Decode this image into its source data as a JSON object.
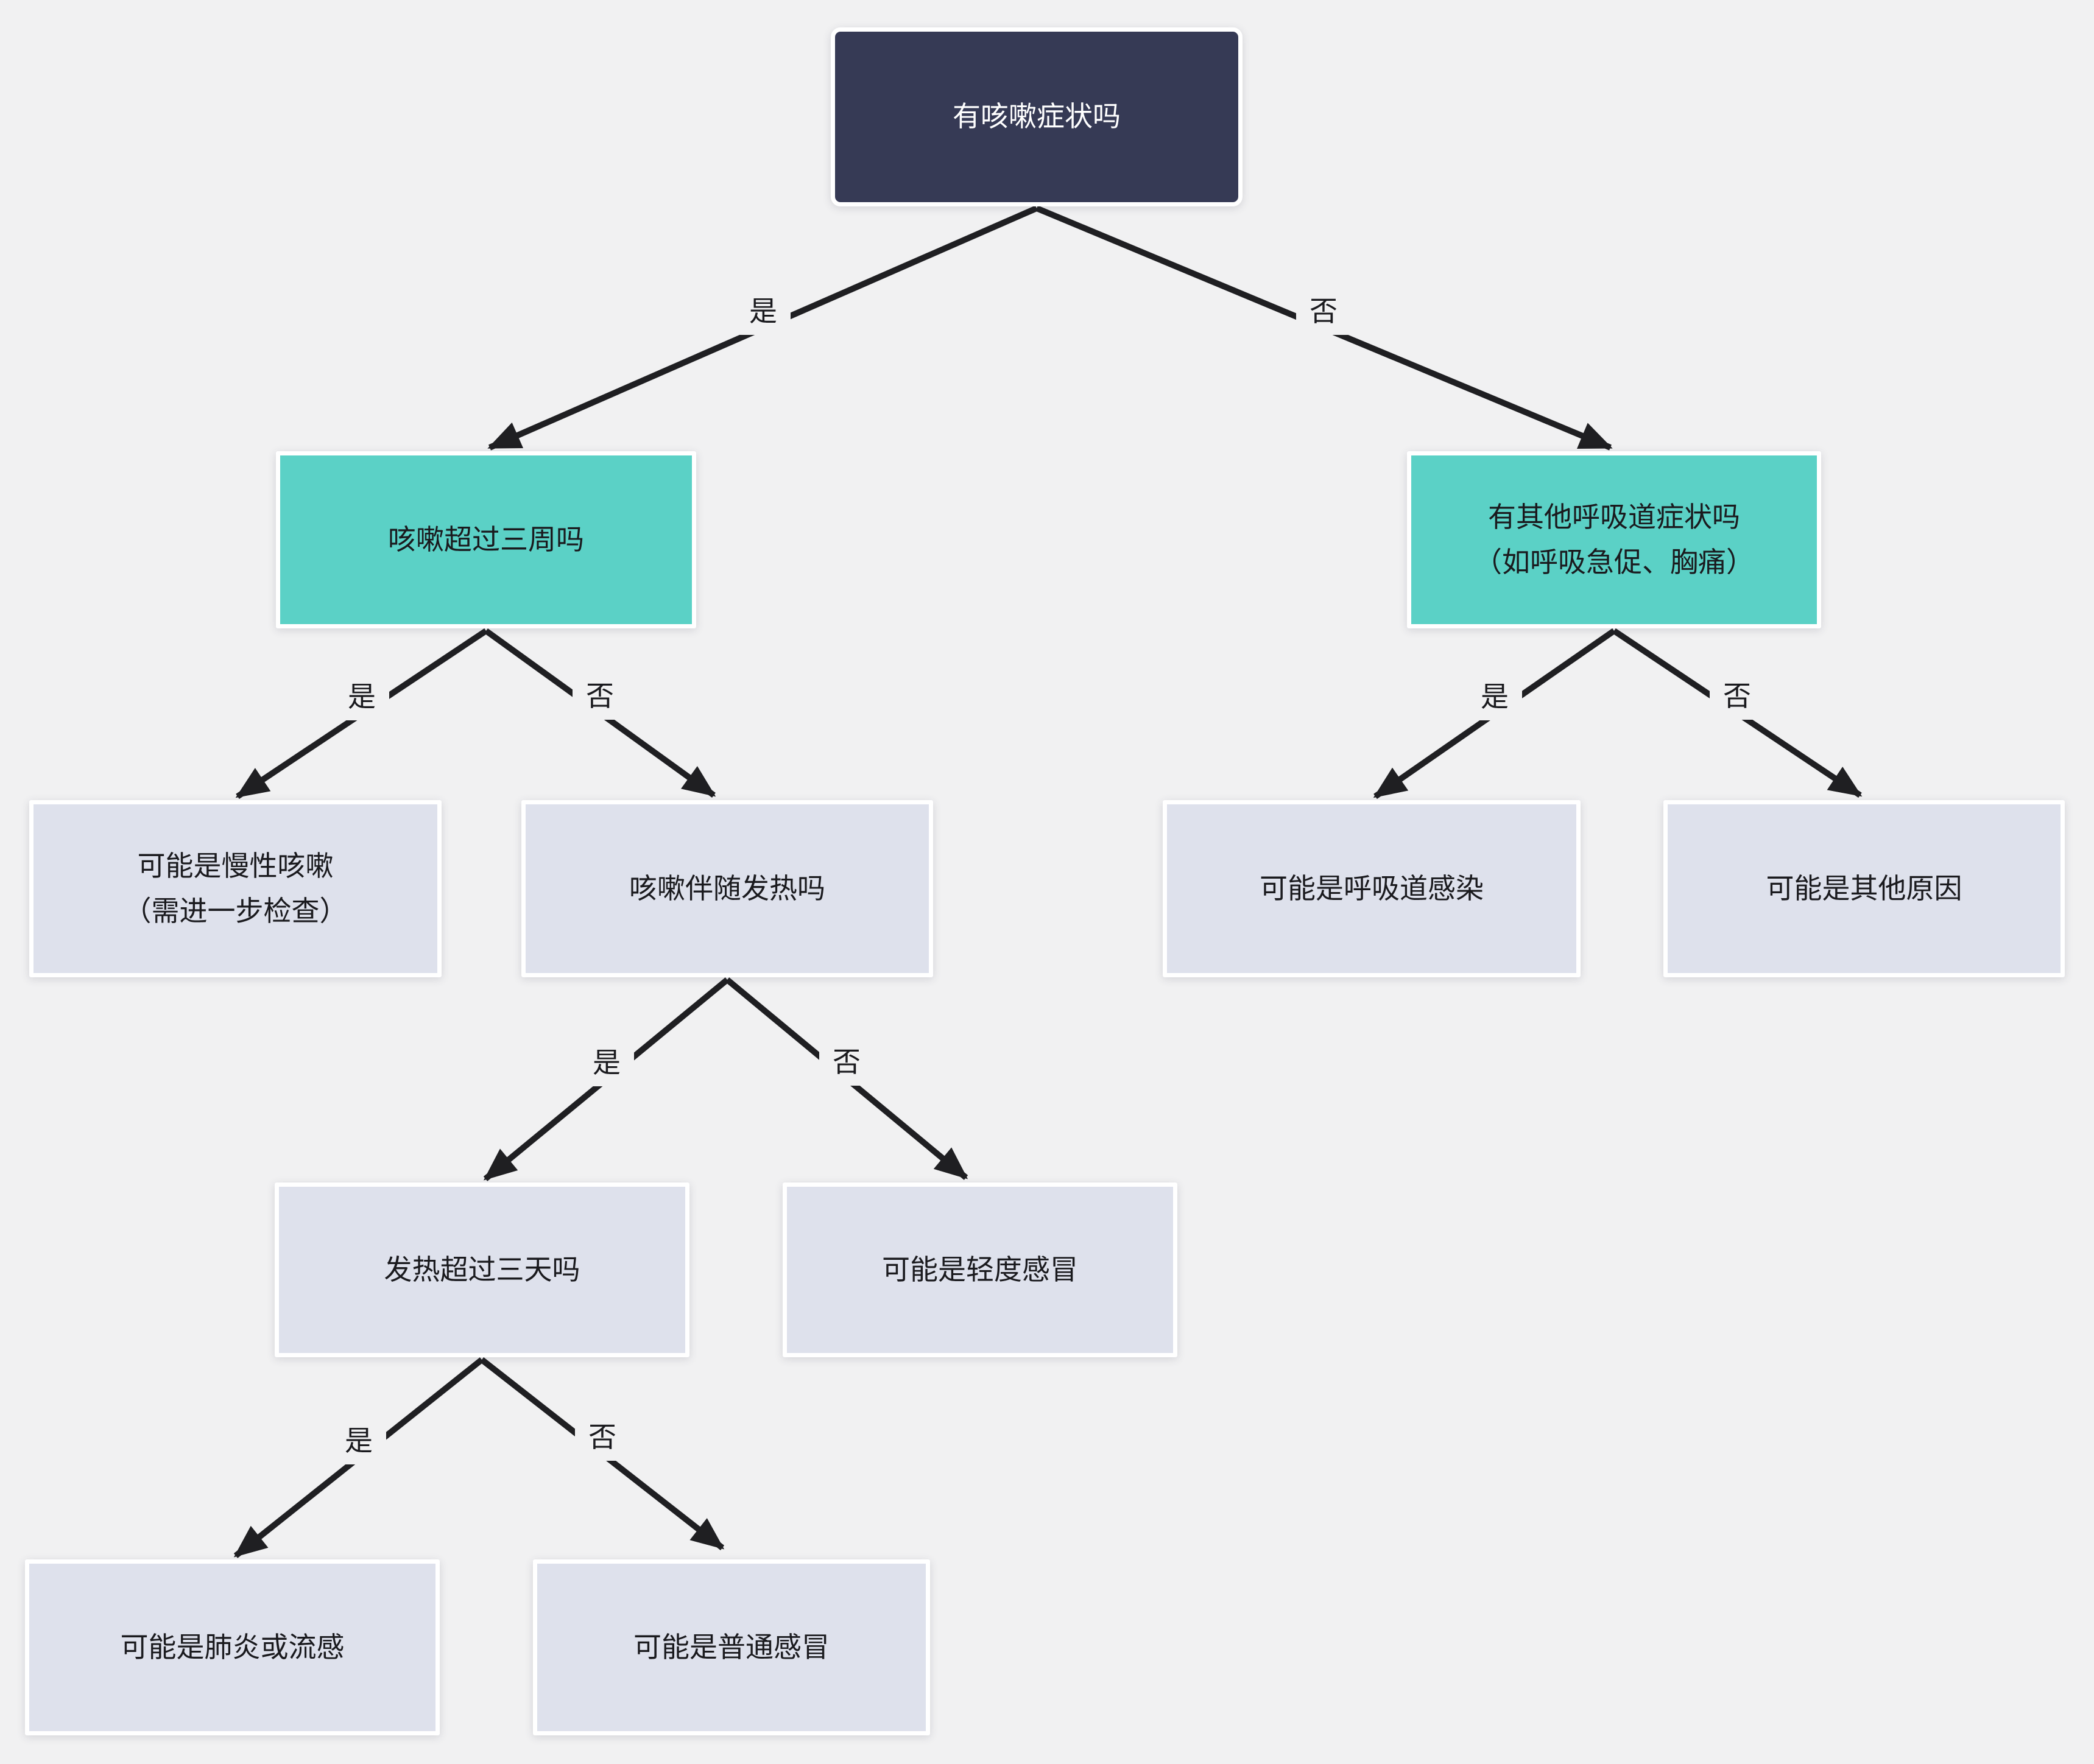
{
  "diagram": {
    "title": "",
    "colors": {
      "canvas_bg": "#F1F1F2",
      "root_bg": "#363A55",
      "root_text": "#FFFFFF",
      "question_bg": "#5BD1C6",
      "result_bg": "#DEE1EC",
      "node_text": "#1A1A1E",
      "edge_color": "#1F1F22"
    },
    "nodes": {
      "root": {
        "type": "question-root",
        "lines": [
          "有咳嗽症状吗"
        ]
      },
      "cough_over_three_weeks": {
        "type": "question",
        "lines": [
          "咳嗽超过三周吗"
        ]
      },
      "other_respiratory_symptoms": {
        "type": "question",
        "lines": [
          "有其他呼吸道症状吗",
          "（如呼吸急促、胸痛）"
        ]
      },
      "chronic_cough": {
        "type": "result",
        "lines": [
          "可能是慢性咳嗽",
          "（需进一步检查）"
        ]
      },
      "cough_with_fever": {
        "type": "question",
        "lines": [
          "咳嗽伴随发热吗"
        ]
      },
      "respiratory_infection": {
        "type": "result",
        "lines": [
          "可能是呼吸道感染"
        ]
      },
      "other_cause": {
        "type": "result",
        "lines": [
          "可能是其他原因"
        ]
      },
      "fever_over_three_days": {
        "type": "question",
        "lines": [
          "发热超过三天吗"
        ]
      },
      "mild_cold": {
        "type": "result",
        "lines": [
          "可能是轻度感冒"
        ]
      },
      "pneumonia_or_flu": {
        "type": "result",
        "lines": [
          "可能是肺炎或流感"
        ]
      },
      "common_cold": {
        "type": "result",
        "lines": [
          "可能是普通感冒"
        ]
      }
    },
    "edges": [
      {
        "from": "root",
        "to": "cough_over_three_weeks",
        "label": "是"
      },
      {
        "from": "root",
        "to": "other_respiratory_symptoms",
        "label": "否"
      },
      {
        "from": "cough_over_three_weeks",
        "to": "chronic_cough",
        "label": "是"
      },
      {
        "from": "cough_over_three_weeks",
        "to": "cough_with_fever",
        "label": "否"
      },
      {
        "from": "other_respiratory_symptoms",
        "to": "respiratory_infection",
        "label": "是"
      },
      {
        "from": "other_respiratory_symptoms",
        "to": "other_cause",
        "label": "否"
      },
      {
        "from": "cough_with_fever",
        "to": "fever_over_three_days",
        "label": "是"
      },
      {
        "from": "cough_with_fever",
        "to": "mild_cold",
        "label": "否"
      },
      {
        "from": "fever_over_three_days",
        "to": "pneumonia_or_flu",
        "label": "是"
      },
      {
        "from": "fever_over_three_days",
        "to": "common_cold",
        "label": "否"
      }
    ]
  }
}
